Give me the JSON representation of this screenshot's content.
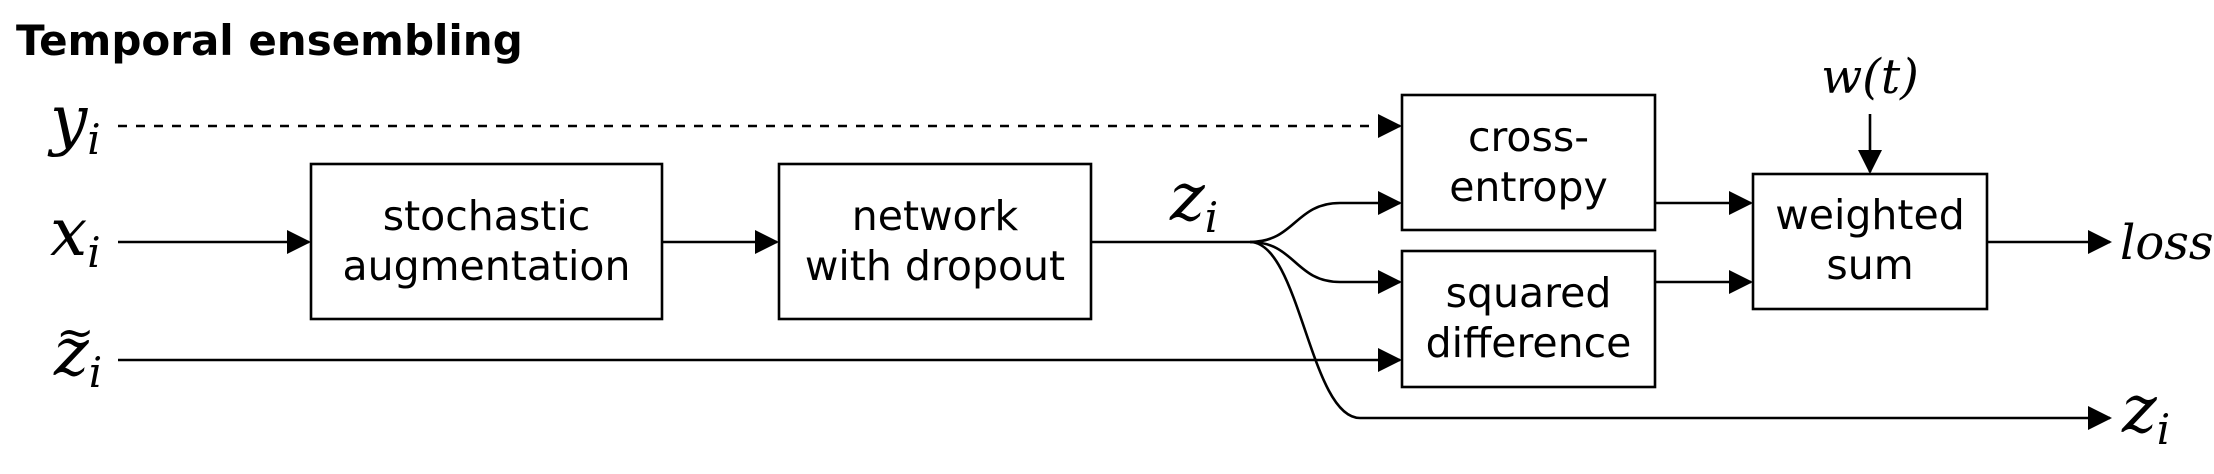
{
  "title": "Temporal ensembling",
  "inputs": {
    "y": {
      "base": "y",
      "sub": "i"
    },
    "x": {
      "base": "x",
      "sub": "i"
    },
    "ztilde": {
      "base": "z",
      "sub": "i",
      "tilde": "~"
    }
  },
  "boxes": {
    "augmentation": {
      "line1": "stochastic",
      "line2": "augmentation"
    },
    "network": {
      "line1": "network",
      "line2": "with dropout"
    },
    "cross_entropy": {
      "line1": "cross-",
      "line2": "entropy"
    },
    "squared_difference": {
      "line1": "squared",
      "line2": "difference"
    },
    "weighted_sum": {
      "line1": "weighted",
      "line2": "sum"
    }
  },
  "labels": {
    "z_mid": {
      "base": "z",
      "sub": "i"
    },
    "weight": "w(t)",
    "loss": "loss",
    "z_out": {
      "base": "z",
      "sub": "i"
    }
  }
}
